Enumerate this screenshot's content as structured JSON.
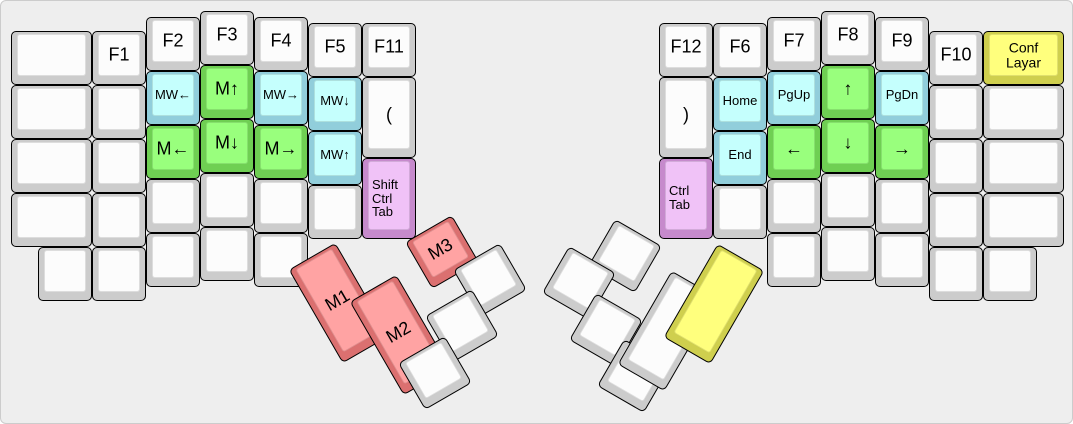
{
  "colors": {
    "background": "#eeeeee",
    "key_default": "#fcfcfc",
    "blue": "#c5fffd",
    "green": "#99ff7d",
    "purple": "#f0c2f7",
    "red": "#ffa3a3",
    "yellow": "#ffff7d"
  },
  "left_hand": {
    "function_row": [
      "",
      "F1",
      "F2",
      "F3",
      "F4",
      "F5",
      "F11"
    ],
    "mouse_wheel": {
      "left": "MW←",
      "right": "MW→",
      "down": "MW↓",
      "up": "MW↑"
    },
    "mouse_move": {
      "up": "M↑",
      "down": "M↓",
      "left": "M←",
      "right": "M→"
    },
    "paren_open": "(",
    "shift_ctrl_tab": "Shift\nCtrl\nTab",
    "thumb": {
      "m1": "M1",
      "m2": "M2",
      "m3": "M3"
    }
  },
  "right_hand": {
    "function_row": [
      "F12",
      "F6",
      "F7",
      "F8",
      "F9",
      "F10"
    ],
    "conf_layer": "Conf\nLayar",
    "paren_close": ")",
    "home": "Home",
    "end": "End",
    "pgup": "PgUp",
    "pgdn": "PgDn",
    "arrows": {
      "up": "↑",
      "down": "↓",
      "left": "←",
      "right": "→"
    },
    "ctrl_tab": "Ctrl\nTab"
  }
}
